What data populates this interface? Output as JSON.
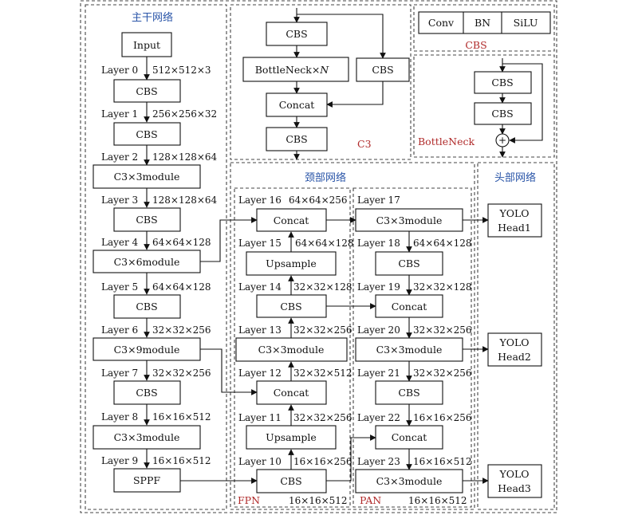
{
  "sections": {
    "backbone": "主干网络",
    "neck": "颈部网络",
    "head": "头部网络",
    "c3": "C3",
    "cbs": "CBS",
    "bottleneck": "BottleNeck",
    "fpn": "FPN",
    "pan": "PAN"
  },
  "backbone": {
    "input": "Input",
    "blocks": [
      "CBS",
      "CBS",
      "C3×3module",
      "CBS",
      "C3×6module",
      "CBS",
      "C3×9module",
      "CBS",
      "C3×3module",
      "SPPF"
    ],
    "layers": [
      "Layer 0",
      "Layer 1",
      "Layer 2",
      "Layer 3",
      "Layer 4",
      "Layer 5",
      "Layer 6",
      "Layer 7",
      "Layer 8",
      "Layer 9"
    ],
    "dims": [
      "512×512×3",
      "256×256×32",
      "128×128×64",
      "128×128×64",
      "64×64×128",
      "64×64×128",
      "32×32×256",
      "32×32×256",
      "16×16×512",
      "16×16×512"
    ]
  },
  "c3_detail": {
    "top_cbs": "CBS",
    "bottleneck_n": "BottleNeck×",
    "n_symbol": "N",
    "side_cbs": "CBS",
    "concat": "Concat",
    "bottom_cbs": "CBS"
  },
  "cbs_detail": [
    "Conv",
    "BN",
    "SiLU"
  ],
  "bottleneck_detail": {
    "cbs1": "CBS",
    "cbs2": "CBS",
    "add": "+"
  },
  "fpn": {
    "blocks": [
      "Concat",
      "Upsample",
      "CBS",
      "C3×3module",
      "Concat",
      "Upsample",
      "CBS"
    ],
    "layers": [
      "Layer 16",
      "Layer 15",
      "Layer 14",
      "Layer 13",
      "Layer 12",
      "Layer 11",
      "Layer 10"
    ],
    "dims": [
      "64×64×256",
      "64×64×128",
      "32×32×128",
      "32×32×256",
      "32×32×512",
      "32×32×256",
      "16×16×256"
    ],
    "bottom_dim": "16×16×512"
  },
  "pan": {
    "blocks": [
      "C3×3module",
      "CBS",
      "Concat",
      "C3×3module",
      "CBS",
      "Concat",
      "C3×3module"
    ],
    "layers": [
      "Layer 17",
      "Layer 18",
      "Layer 19",
      "Layer 20",
      "Layer 21",
      "Layer 22",
      "Layer 23"
    ],
    "dims": [
      "",
      "64×64×128",
      "32×32×128",
      "32×32×256",
      "32×32×256",
      "16×16×256",
      "16×16×512"
    ],
    "bottom_dim": "16×16×512"
  },
  "heads": [
    {
      "line1": "YOLO",
      "line2": "Head1"
    },
    {
      "line1": "YOLO",
      "line2": "Head2"
    },
    {
      "line1": "YOLO",
      "line2": "Head3"
    }
  ]
}
